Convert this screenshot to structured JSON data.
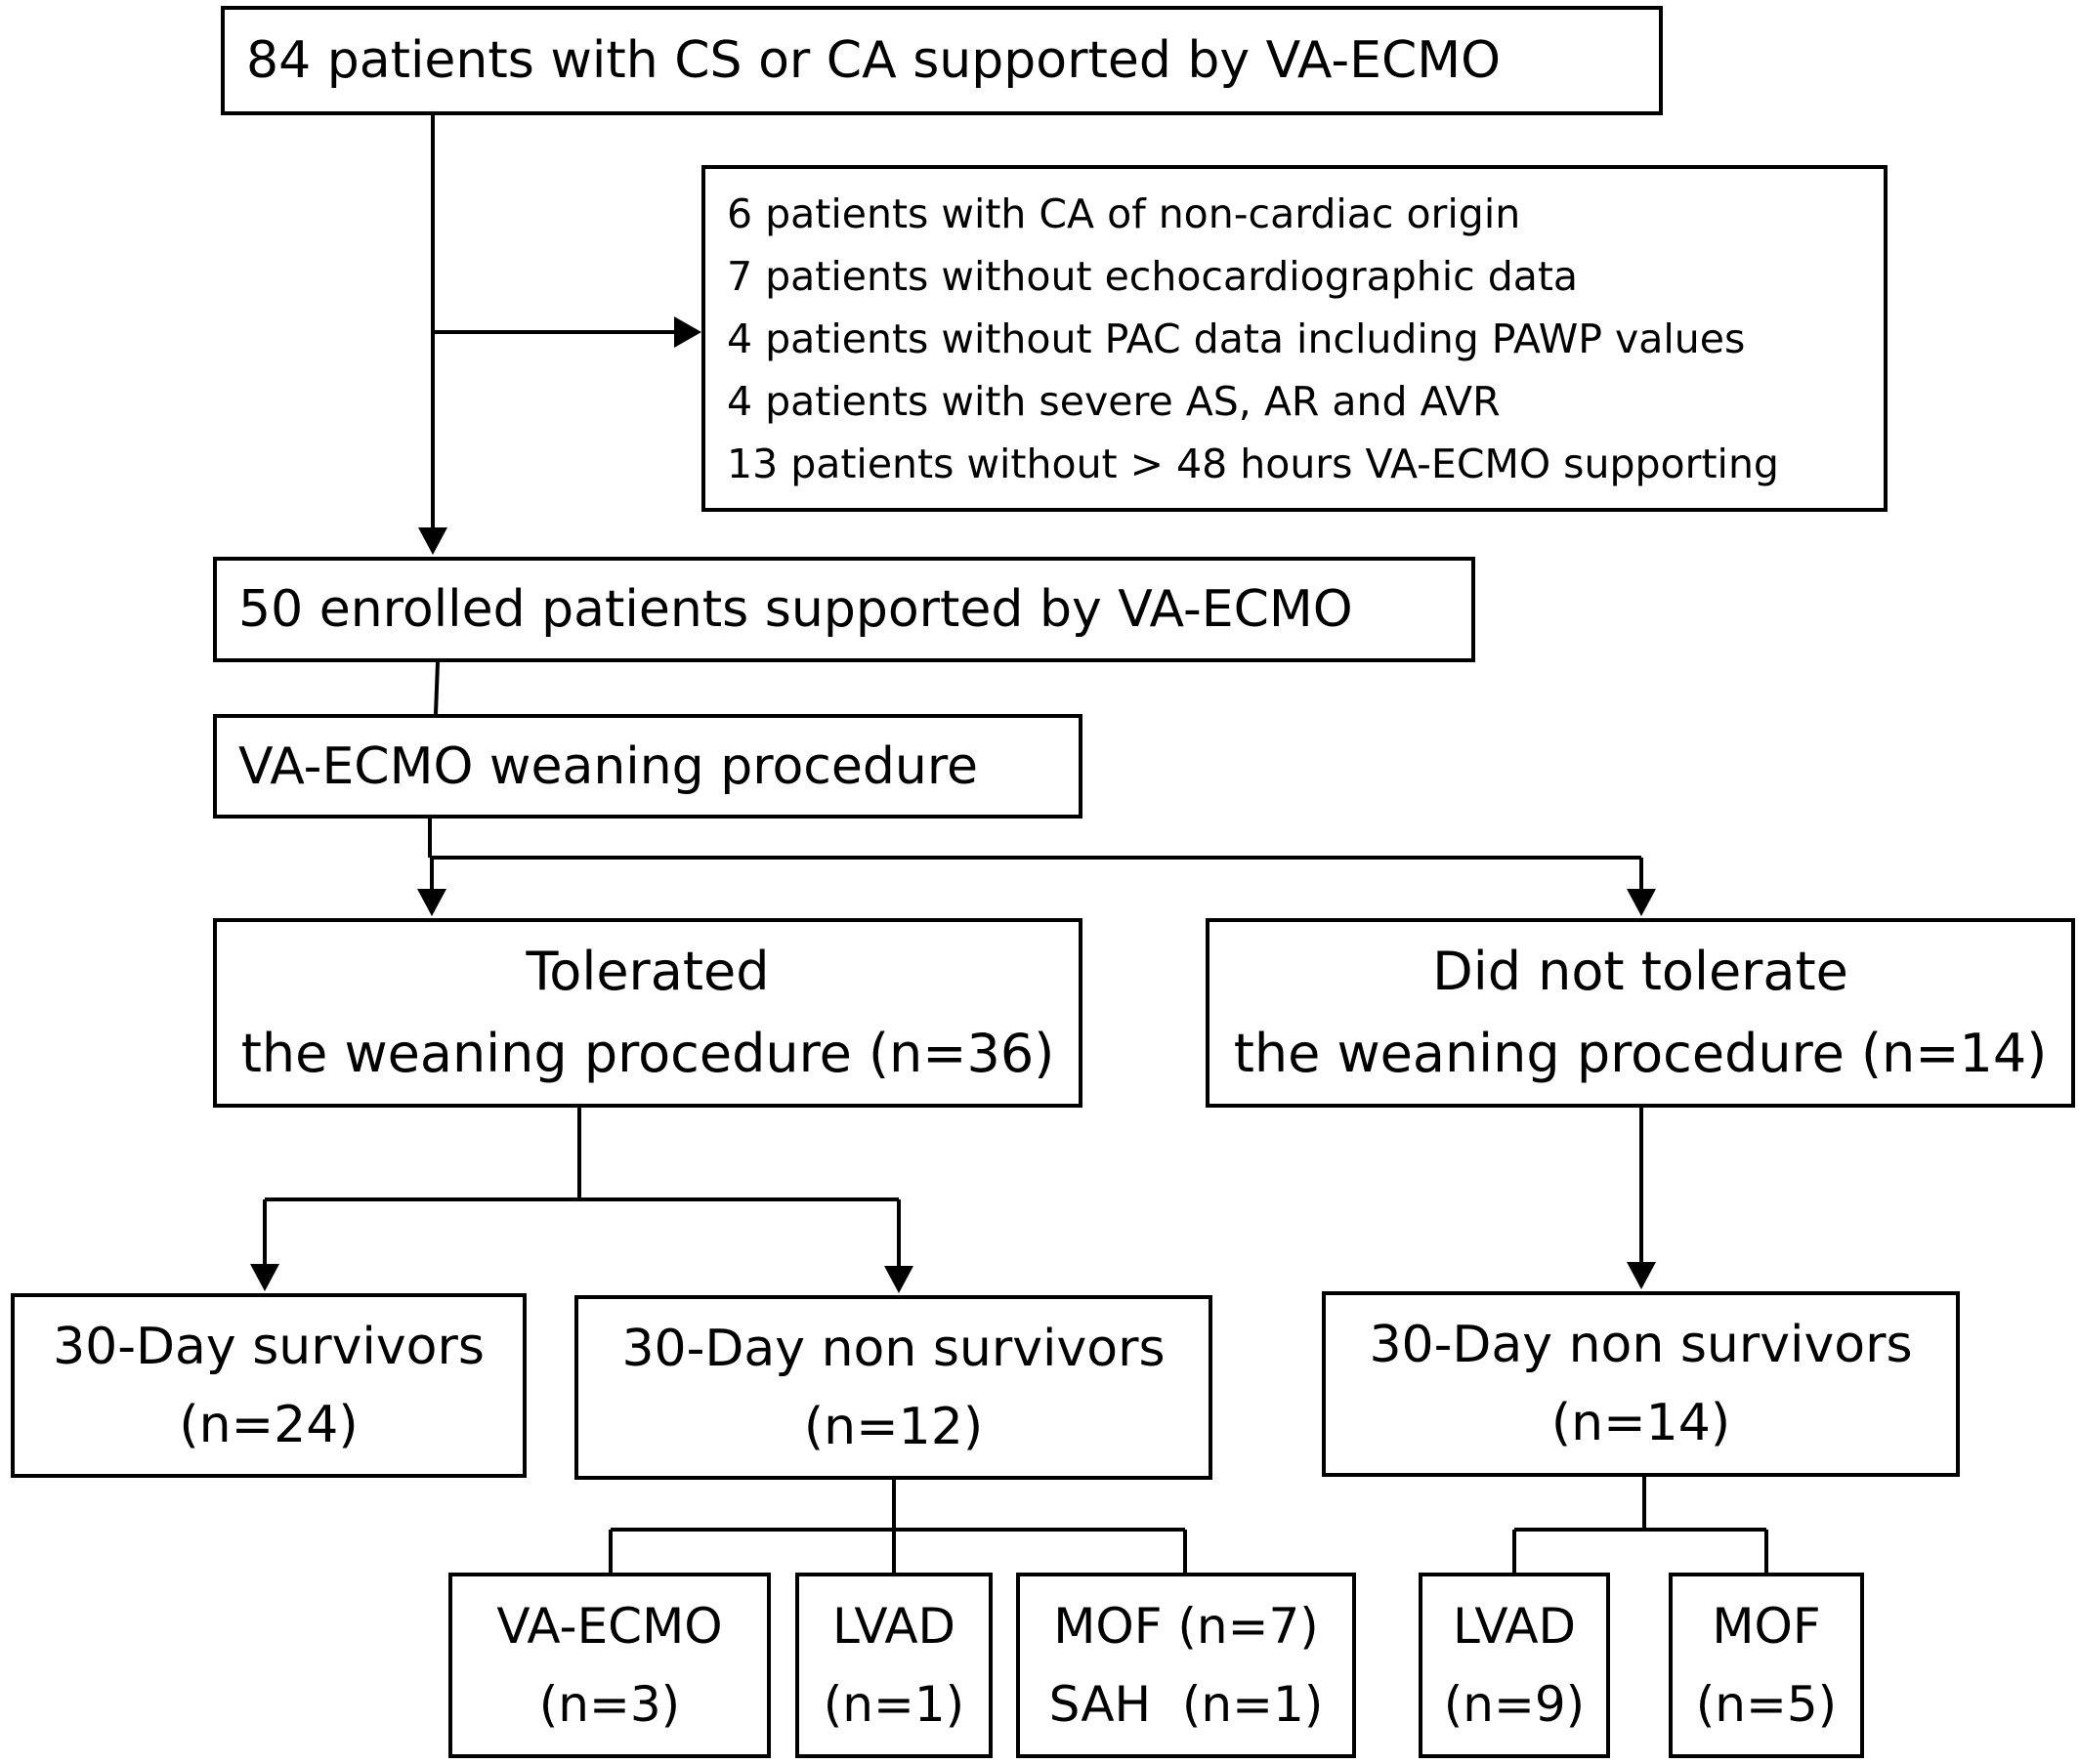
{
  "boxes": {
    "initial": {
      "lines": [
        "84 patients with CS or CA supported by VA-ECMO"
      ]
    },
    "exclusions": {
      "lines": [
        "6 patients with CA of non-cardiac origin",
        "7 patients without echocardiographic data",
        "4 patients without PAC data including PAWP values",
        "4 patients with severe AS, AR and AVR",
        "13 patients without > 48 hours VA-ECMO supporting"
      ]
    },
    "enrolled": {
      "lines": [
        "50 enrolled patients supported by VA-ECMO"
      ]
    },
    "weaning": {
      "lines": [
        "VA-ECMO weaning procedure"
      ]
    },
    "tolerated": {
      "lines": [
        "Tolerated",
        "the weaning procedure (n=36)"
      ]
    },
    "not_tolerated": {
      "lines": [
        "Did not tolerate",
        "the weaning procedure (n=14)"
      ]
    },
    "survivors": {
      "lines": [
        "30-Day survivors",
        "(n=24)"
      ]
    },
    "non_survivors_tolerated": {
      "lines": [
        "30-Day non survivors",
        "(n=12)"
      ]
    },
    "non_survivors_not_tolerated": {
      "lines": [
        "30-Day non survivors",
        "(n=14)"
      ]
    },
    "va_ecmo": {
      "lines": [
        "VA-ECMO",
        "(n=3)"
      ]
    },
    "lvad_tolerated": {
      "lines": [
        "LVAD",
        "(n=1)"
      ]
    },
    "mof_sah": {
      "lines": [
        "MOF (n=7)",
        "SAH  (n=1)"
      ]
    },
    "lvad_not_tolerated": {
      "lines": [
        "LVAD",
        "(n=9)"
      ]
    },
    "mof_not_tolerated": {
      "lines": [
        "MOF",
        "(n=5)"
      ]
    }
  }
}
